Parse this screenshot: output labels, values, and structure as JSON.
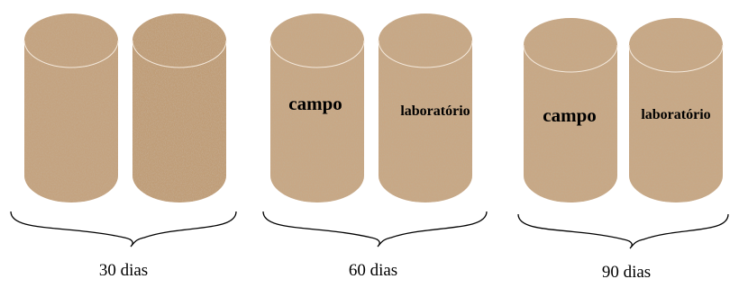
{
  "colors": {
    "cylinder_fill": "#c4a27e",
    "speckle_dark": "#8a6a4a",
    "speckle_light": "#e2cdb2",
    "ink": "#000000"
  },
  "groups": [
    {
      "label": "30 dias",
      "cylinders": [
        {
          "label": ""
        },
        {
          "label": ""
        }
      ]
    },
    {
      "label": "60 dias",
      "cylinders": [
        {
          "label": "campo"
        },
        {
          "label": "laboratório"
        }
      ]
    },
    {
      "label": "90 dias",
      "cylinders": [
        {
          "label": "campo"
        },
        {
          "label": "laboratório"
        }
      ]
    }
  ]
}
